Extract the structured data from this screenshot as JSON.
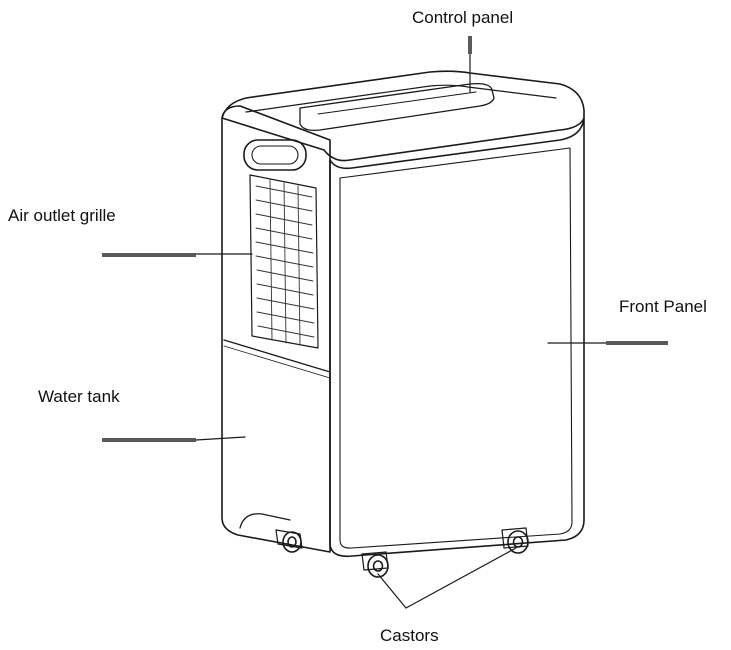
{
  "labels": {
    "control_panel": "Control panel",
    "air_outlet_grille": "Air outlet grille",
    "front_panel": "Front Panel",
    "water_tank": "Water tank",
    "castors": "Castors"
  },
  "colors": {
    "line": "#1a1a1a",
    "leader_bar": "#5a5a5a",
    "background": "#ffffff"
  }
}
